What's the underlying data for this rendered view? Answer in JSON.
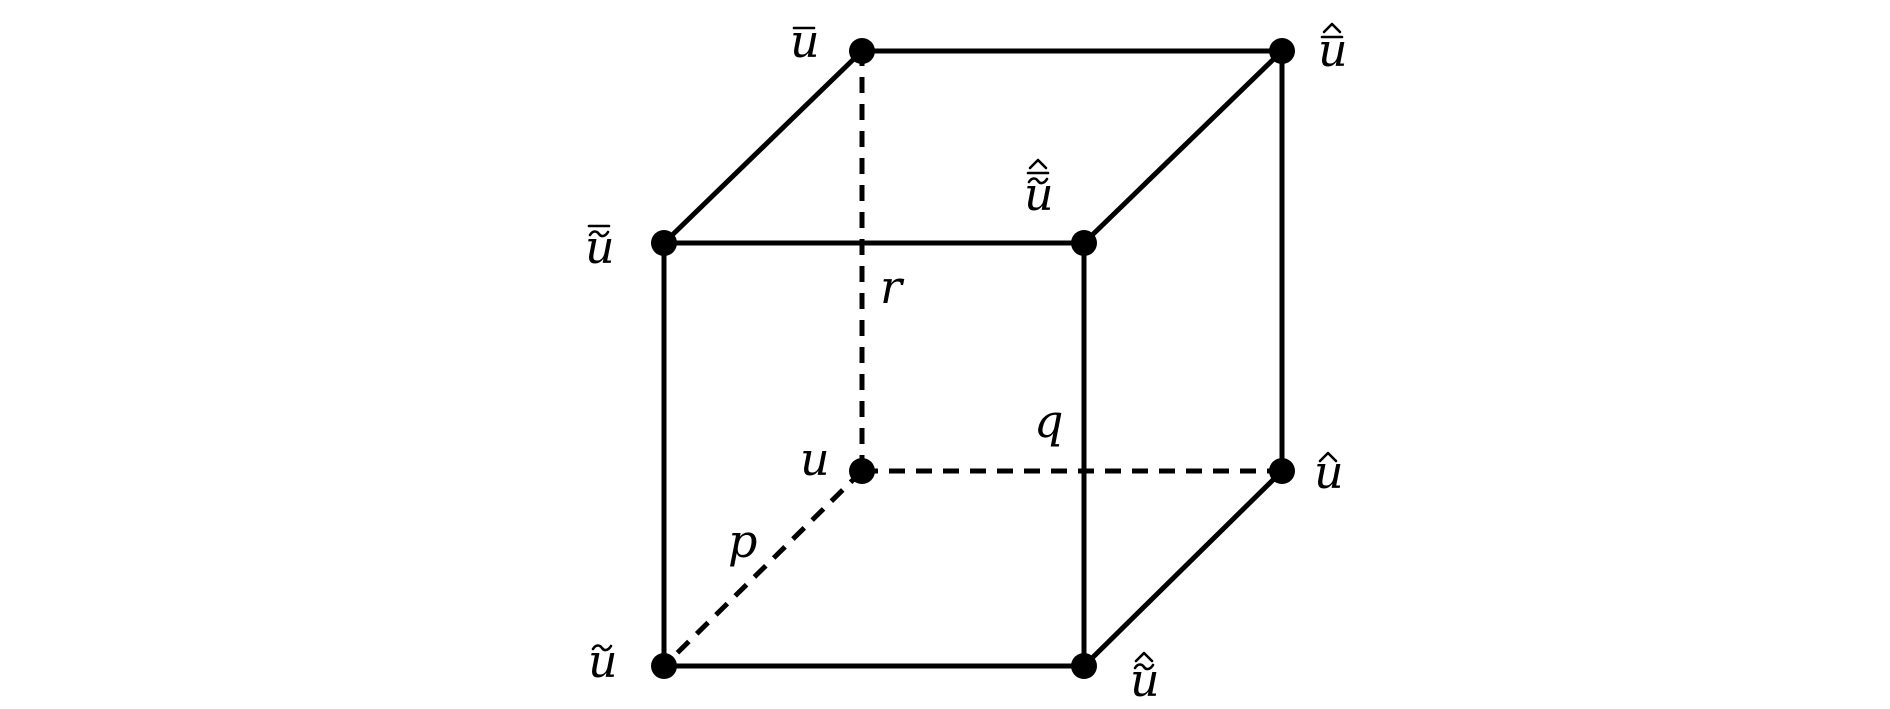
{
  "vertices": [
    {
      "id": "u",
      "base": "u",
      "accents": []
    },
    {
      "id": "u-tilde",
      "base": "u",
      "accents": [
        "tilde"
      ]
    },
    {
      "id": "u-hat",
      "base": "u",
      "accents": [
        "hat"
      ]
    },
    {
      "id": "u-bar",
      "base": "u",
      "accents": [
        "bar"
      ]
    },
    {
      "id": "u-tilde-hat",
      "base": "u",
      "accents": [
        "tilde",
        "hat"
      ]
    },
    {
      "id": "u-tilde-bar",
      "base": "u",
      "accents": [
        "tilde",
        "bar"
      ]
    },
    {
      "id": "u-hat-bar",
      "base": "u",
      "accents": [
        "bar",
        "hat"
      ]
    },
    {
      "id": "u-tilde-hat-bar",
      "base": "u",
      "accents": [
        "tilde",
        "bar",
        "hat"
      ]
    }
  ],
  "edges": [
    {
      "from": "u",
      "to": "u-tilde",
      "style": "dashed"
    },
    {
      "from": "u",
      "to": "u-hat",
      "style": "dashed"
    },
    {
      "from": "u",
      "to": "u-bar",
      "style": "dashed"
    },
    {
      "from": "u-tilde",
      "to": "u-tilde-hat",
      "style": "solid"
    },
    {
      "from": "u-tilde",
      "to": "u-tilde-bar",
      "style": "solid"
    },
    {
      "from": "u-hat",
      "to": "u-tilde-hat",
      "style": "solid"
    },
    {
      "from": "u-hat",
      "to": "u-hat-bar",
      "style": "solid"
    },
    {
      "from": "u-bar",
      "to": "u-tilde-bar",
      "style": "solid"
    },
    {
      "from": "u-bar",
      "to": "u-hat-bar",
      "style": "solid"
    },
    {
      "from": "u-tilde-hat",
      "to": "u-tilde-hat-bar",
      "style": "solid"
    },
    {
      "from": "u-tilde-bar",
      "to": "u-tilde-hat-bar",
      "style": "solid"
    },
    {
      "from": "u-hat-bar",
      "to": "u-tilde-hat-bar",
      "style": "solid"
    }
  ],
  "parameter_labels": {
    "p": "p",
    "q": "q",
    "r": "r"
  }
}
